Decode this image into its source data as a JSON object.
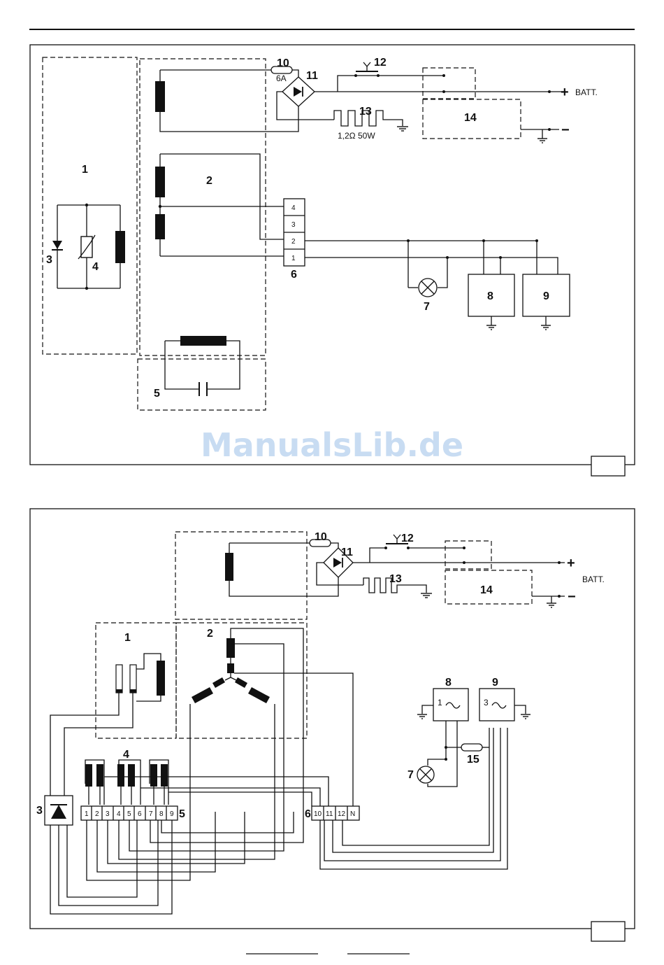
{
  "watermark": {
    "text": "ManualsLib.de",
    "color": "#c8dcf2"
  },
  "diagram_top": {
    "labels": {
      "l1": "1",
      "l2": "2",
      "l3": "3",
      "l4": "4",
      "l5": "5",
      "l6": "6",
      "l7": "7",
      "l8": "8",
      "l9": "9",
      "l10": "10",
      "l11": "11",
      "l12": "12",
      "l13": "13",
      "l14": "14"
    },
    "fuse_rating": "6A",
    "resistor_rating": "1,2Ω 50W",
    "batt_label": "BATT.",
    "plus": "+",
    "minus": "−",
    "connector_pins": [
      "4",
      "3",
      "2",
      "1"
    ]
  },
  "diagram_bottom": {
    "labels": {
      "l1": "1",
      "l2": "2",
      "l3": "3",
      "l4": "4",
      "l5": "5",
      "l6": "6",
      "l7": "7",
      "l8": "8",
      "l9": "9",
      "l10": "10",
      "l11": "11",
      "l12": "12",
      "l13": "13",
      "l14": "14",
      "l15": "15"
    },
    "batt_label": "BATT.",
    "plus": "+",
    "minus": "−",
    "box8_inner": "1",
    "box9_inner": "3",
    "left_terminals": [
      "1",
      "2",
      "3",
      "4",
      "5",
      "6",
      "7",
      "8",
      "9"
    ],
    "right_terminals": [
      "10",
      "11",
      "12",
      "N"
    ]
  }
}
